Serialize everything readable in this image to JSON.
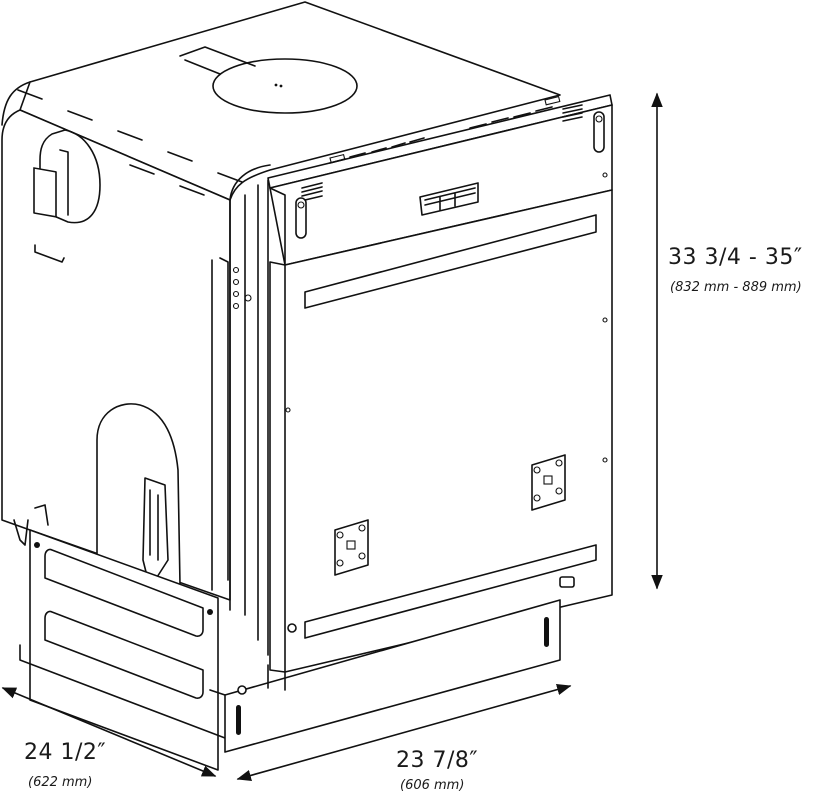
{
  "diagram": {
    "subject": "Built-in dishwasher isometric line drawing with dimensions",
    "stroke_color": "#111111",
    "background_color": "#ffffff"
  },
  "dimensions": {
    "height": {
      "label": "33 3/4 - 35″",
      "metric": "(832 mm - 889 mm)"
    },
    "depth": {
      "label": "24 1/2″",
      "metric": "(622 mm)"
    },
    "width": {
      "label": "23 7/8″",
      "metric": "(606 mm)"
    }
  }
}
